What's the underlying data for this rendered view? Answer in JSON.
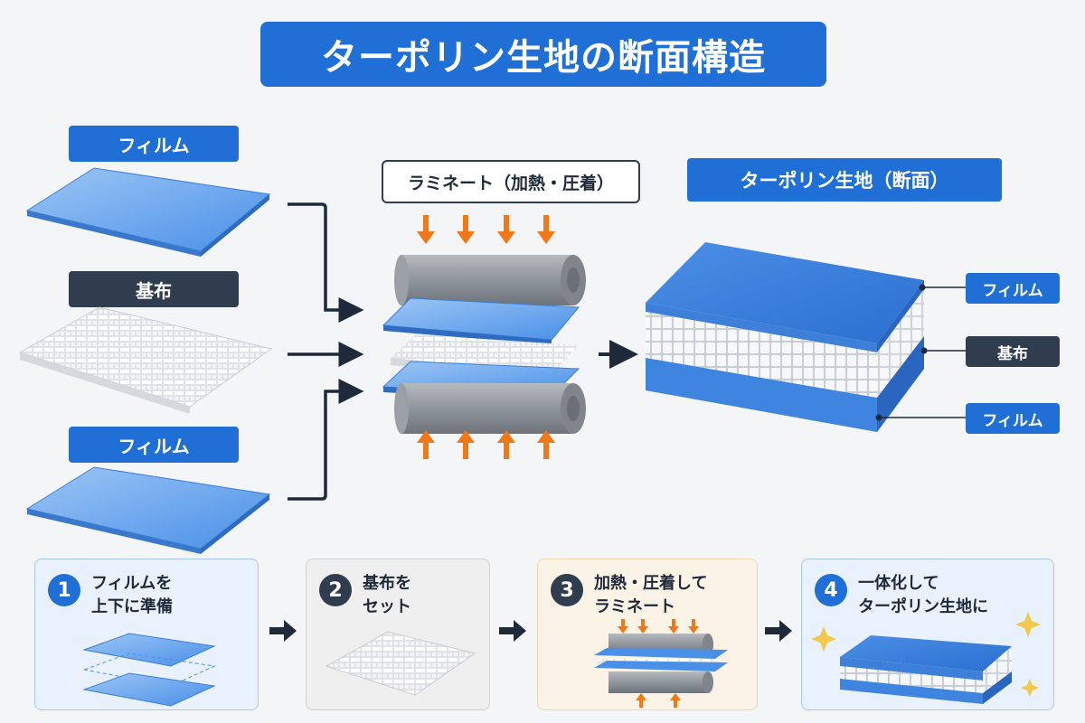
{
  "title": "ターポリン生地の断面構造",
  "inputs": {
    "film_top_label": "フィルム",
    "base_label": "基布",
    "film_bottom_label": "フィルム"
  },
  "laminate": {
    "label": "ラミネート（加熱・圧着）"
  },
  "result": {
    "label": "ターポリン生地（断面）",
    "layers": [
      "フィルム",
      "基布",
      "フィルム"
    ]
  },
  "steps": [
    {
      "number": "1",
      "text": "フィルムを\n上下に準備"
    },
    {
      "number": "2",
      "text": "基布を\nセット"
    },
    {
      "number": "3",
      "text": "加熱・圧着して\nラミネート"
    },
    {
      "number": "4",
      "text": "一体化して\nターポリン生地に"
    }
  ],
  "colors": {
    "accent_blue": "#1f6fd6",
    "dark_label": "#2f3d4f",
    "film_blue": "#4a90e8",
    "arrow_orange": "#f07818",
    "roller_gray": "#8f959c"
  }
}
